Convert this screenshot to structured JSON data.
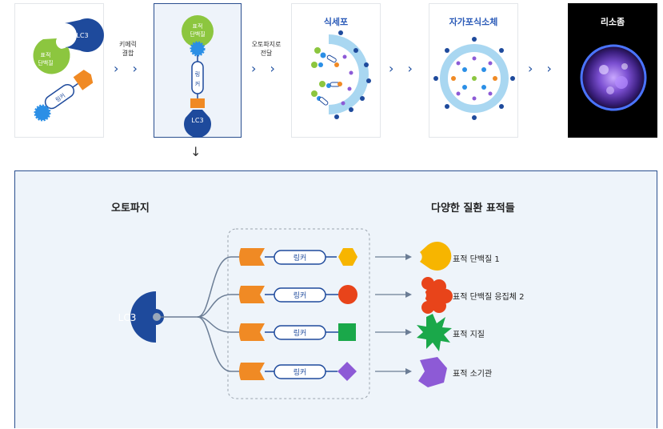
{
  "step1": {
    "lc3": "LC3",
    "protein_line1": "표적",
    "protein_line2": "단백질",
    "linker": "링커"
  },
  "step_label1": {
    "line1": "키메릭",
    "line2": "결합"
  },
  "step2": {
    "protein_line1": "표적",
    "protein_line2": "단백질",
    "linker_line1": "링",
    "linker_line2": "커",
    "lc3": "LC3"
  },
  "step_label2": {
    "line1": "오토파지로",
    "line2": "전달"
  },
  "step3": {
    "title": "식세포"
  },
  "step4": {
    "title": "자가포식소체"
  },
  "step5": {
    "title": "리소좀"
  },
  "bottom": {
    "left_title": "오토파지",
    "right_title": "다양한 질환 표적들",
    "lc3": "LC3",
    "linker_label": "링커",
    "targets": [
      "표적 단백질 1",
      "표적 단백질 응집체 2",
      "표적 지질",
      "표적 소기관"
    ]
  },
  "colors": {
    "navy": "#1e4a9c",
    "green": "#8cc63f",
    "blue": "#2b8fe6",
    "orange": "#f08a24",
    "yellow": "#f7b500",
    "red": "#e8441a",
    "greenT": "#1aa84a",
    "purple": "#8d5ad6"
  }
}
